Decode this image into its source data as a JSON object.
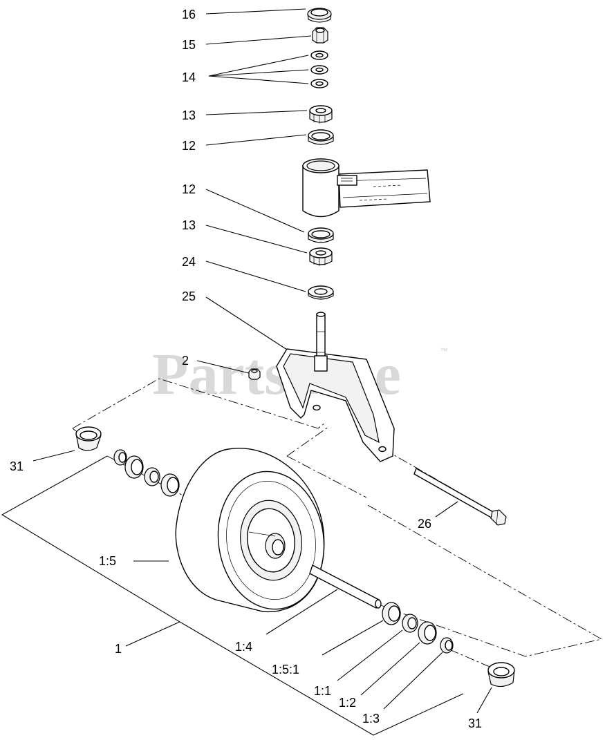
{
  "watermark": {
    "text": "PartsTree",
    "trademark": "™"
  },
  "callouts": [
    {
      "id": "c16",
      "label": "16"
    },
    {
      "id": "c15",
      "label": "15"
    },
    {
      "id": "c14",
      "label": "14"
    },
    {
      "id": "c13a",
      "label": "13"
    },
    {
      "id": "c12a",
      "label": "12"
    },
    {
      "id": "c12b",
      "label": "12"
    },
    {
      "id": "c13b",
      "label": "13"
    },
    {
      "id": "c24",
      "label": "24"
    },
    {
      "id": "c25",
      "label": "25"
    },
    {
      "id": "c2",
      "label": "2"
    },
    {
      "id": "c31a",
      "label": "31"
    },
    {
      "id": "c26",
      "label": "26"
    },
    {
      "id": "c1_5",
      "label": "1:5"
    },
    {
      "id": "c1",
      "label": "1"
    },
    {
      "id": "c1_4",
      "label": "1:4"
    },
    {
      "id": "c1_5_1",
      "label": "1:5:1"
    },
    {
      "id": "c1_1",
      "label": "1:1"
    },
    {
      "id": "c1_2",
      "label": "1:2"
    },
    {
      "id": "c1_3",
      "label": "1:3"
    },
    {
      "id": "c31b",
      "label": "31"
    }
  ]
}
